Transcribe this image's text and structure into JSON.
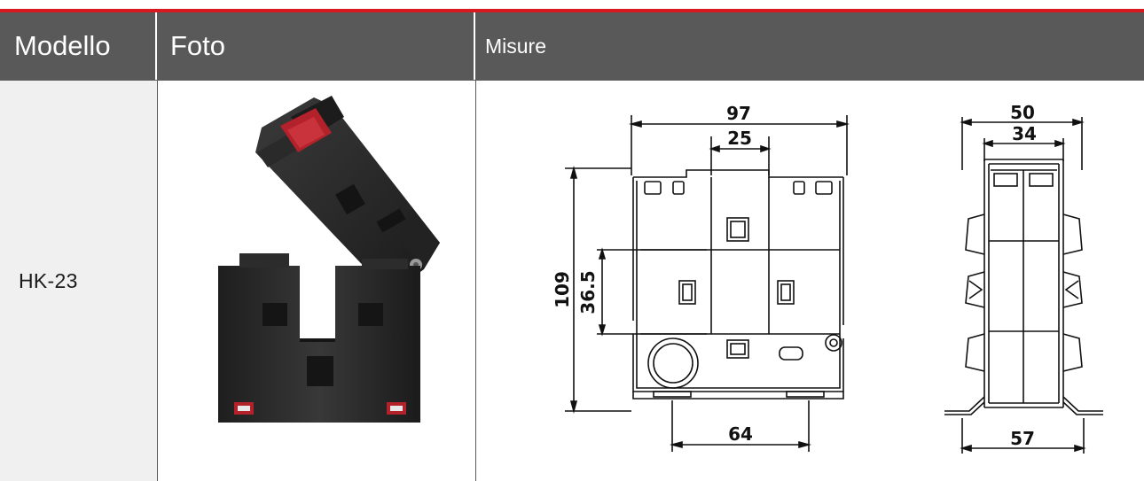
{
  "table": {
    "headers": {
      "model": "Modello",
      "photo": "Foto",
      "dimensions": "Misure"
    },
    "rows": [
      {
        "model": "HK-23",
        "dimensions": {
          "front_width": "97",
          "front_window_width": "25",
          "front_height": "109",
          "front_window_height": "36.5",
          "front_mount_spacing": "64",
          "side_width": "50",
          "side_inner_width": "34",
          "side_base_width": "57"
        }
      }
    ]
  },
  "colors": {
    "accent_line": "#d71920",
    "header_bg": "#595959",
    "header_text": "#ffffff",
    "model_cell_bg": "#f0f0f0",
    "device_body": "#2b2b2b",
    "device_indicator": "#b3212a"
  }
}
